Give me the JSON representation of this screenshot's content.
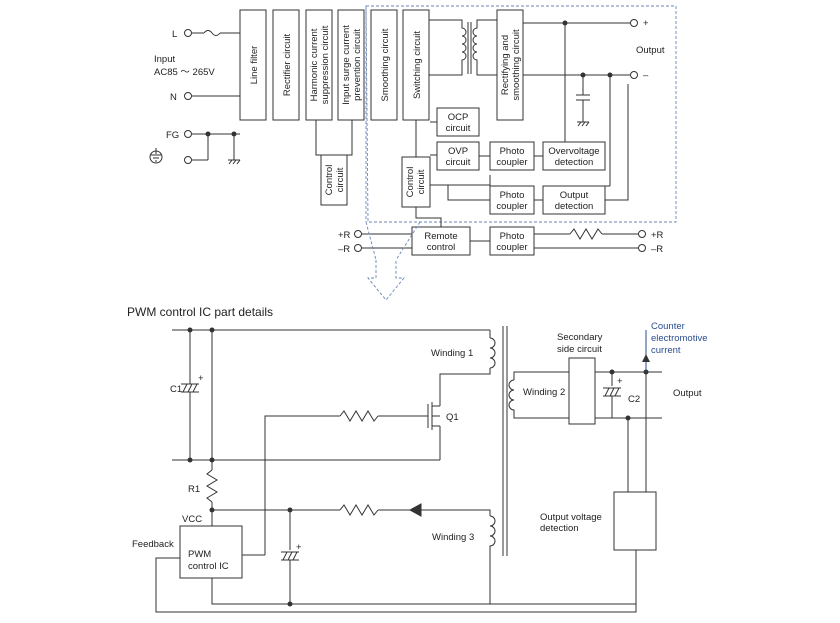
{
  "block_diagram": {
    "input": {
      "terminal_l": "L",
      "terminal_n": "N",
      "terminal_fg": "FG",
      "input_label": "Input",
      "input_range": "AC85 ～ 265V"
    },
    "blocks": {
      "line_filter": "Line filter",
      "rectifier": "Rectifier circuit",
      "harmonic_1": "Harmonic current",
      "harmonic_2": "suppression circuit",
      "surge_1": "Input surge current",
      "surge_2": "prevention circuit",
      "control_1": "Control",
      "control_2": "circuit",
      "smoothing": "Smoothing circuit",
      "switching": "Switching circuit",
      "rect_smooth_1": "Rectifying and",
      "rect_smooth_2": "smoothing circuit",
      "ocp_1": "OCP",
      "ocp_2": "circuit",
      "ovp_1": "OVP",
      "ovp_2": "circuit",
      "ctrl2_1": "Control",
      "ctrl2_2": "circuit",
      "photo1_1": "Photo",
      "photo1_2": "coupler",
      "ovdet_1": "Overvoltage",
      "ovdet_2": "detection",
      "photo2_1": "Photo",
      "photo2_2": "coupler",
      "outdet_1": "Output",
      "outdet_2": "detection",
      "remote_1": "Remote",
      "remote_2": "control",
      "photo3_1": "Photo",
      "photo3_2": "coupler"
    },
    "output": {
      "plus": "+",
      "minus": "–",
      "label": "Output"
    },
    "remote_terms": {
      "in_plus": "+R",
      "in_minus": "–R",
      "out_plus": "+R",
      "out_minus": "–R"
    }
  },
  "pwm_detail": {
    "title": "PWM control IC part details",
    "c1": "C1",
    "c2": "C2",
    "plus": "+",
    "winding1": "Winding 1",
    "winding2": "Winding 2",
    "winding3": "Winding 3",
    "q1": "Q1",
    "r1": "R1",
    "vcc": "VCC",
    "feedback": "Feedback",
    "pwm_ic_1": "PWM",
    "pwm_ic_2": "control IC",
    "secondary_1": "Secondary",
    "secondary_2": "side circuit",
    "counter_1": "Counter",
    "counter_2": "electromotive",
    "counter_3": "current",
    "output": "Output",
    "outvdet_1": "Output voltage",
    "outvdet_2": "detection"
  },
  "colors": {
    "dashed_group": "#6a86b8",
    "annotation": "#2a4d8f"
  }
}
